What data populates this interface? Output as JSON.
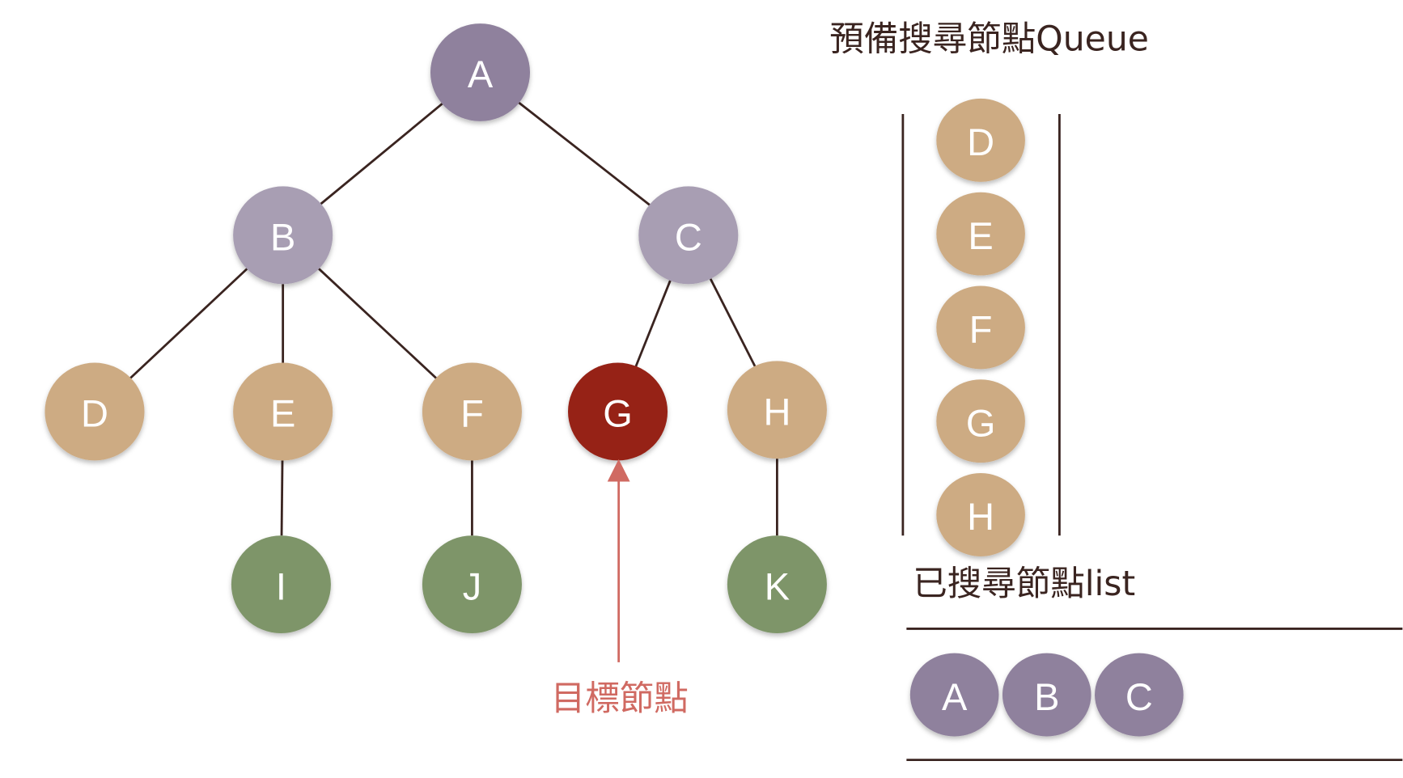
{
  "colors": {
    "root": "#8f819d",
    "visited": "#a89eb3",
    "frontier": "#cdab83",
    "target": "#962418",
    "unvisited": "#7e9569",
    "edge": "#3a2420",
    "annotation": "#d06a62",
    "text": "#3a2420",
    "list_node": "#8f819d"
  },
  "tree": {
    "nodes": [
      {
        "id": "A",
        "label": "A",
        "state": "root"
      },
      {
        "id": "B",
        "label": "B",
        "state": "visited"
      },
      {
        "id": "C",
        "label": "C",
        "state": "visited"
      },
      {
        "id": "D",
        "label": "D",
        "state": "frontier"
      },
      {
        "id": "E",
        "label": "E",
        "state": "frontier"
      },
      {
        "id": "F",
        "label": "F",
        "state": "frontier"
      },
      {
        "id": "G",
        "label": "G",
        "state": "target"
      },
      {
        "id": "H",
        "label": "H",
        "state": "frontier"
      },
      {
        "id": "I",
        "label": "I",
        "state": "unvisited"
      },
      {
        "id": "J",
        "label": "J",
        "state": "unvisited"
      },
      {
        "id": "K",
        "label": "K",
        "state": "unvisited"
      }
    ],
    "edges": [
      [
        "A",
        "B"
      ],
      [
        "A",
        "C"
      ],
      [
        "B",
        "D"
      ],
      [
        "B",
        "E"
      ],
      [
        "B",
        "F"
      ],
      [
        "C",
        "G"
      ],
      [
        "C",
        "H"
      ],
      [
        "E",
        "I"
      ],
      [
        "F",
        "J"
      ],
      [
        "H",
        "K"
      ]
    ]
  },
  "target_annotation": {
    "label": "目標節點"
  },
  "queue": {
    "title": "預備搜尋節點Queue",
    "items": [
      "D",
      "E",
      "F",
      "G",
      "H"
    ]
  },
  "searched_list": {
    "title": "已搜尋節點list",
    "items": [
      "A",
      "B",
      "C"
    ]
  }
}
